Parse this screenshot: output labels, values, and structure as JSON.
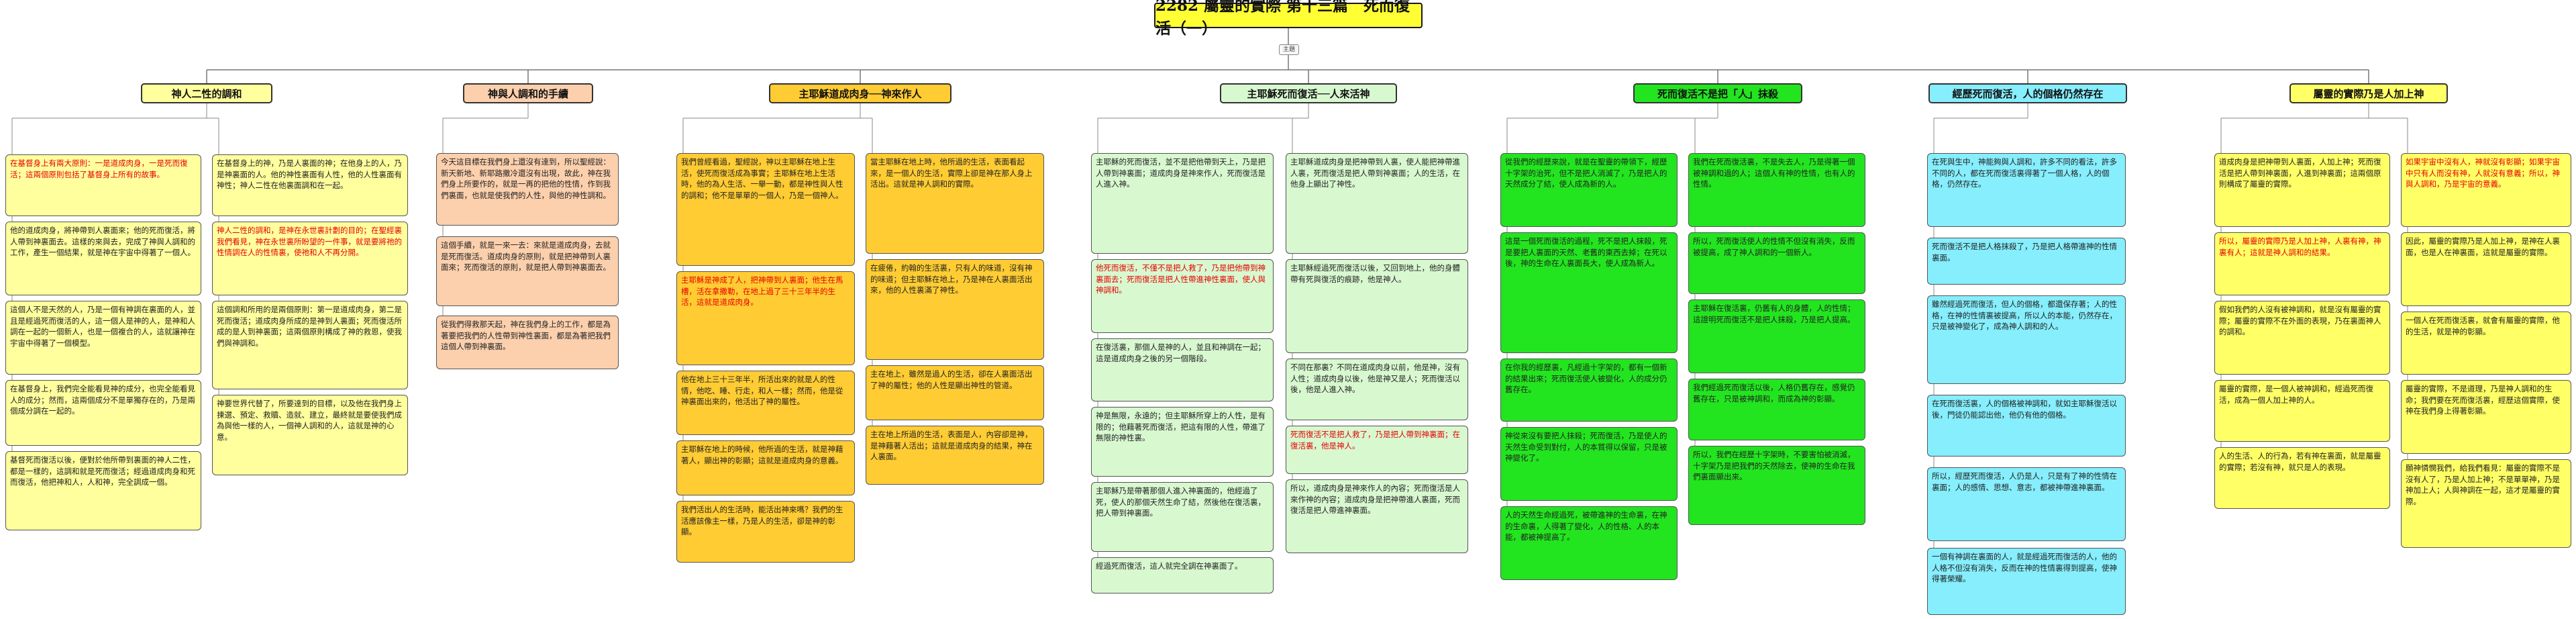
{
  "title": "2282 屬靈的實際 第十三篇　死而復活（一）",
  "hub_label": "主題",
  "columns": [
    {
      "id": "c1",
      "head": "神人二性的調和",
      "color": "#ffff9e",
      "boxes": [
        {
          "text": "在基督身上有兩大原則：一是道成肉身，一是死而復活；這兩個原則包括了基督身上所有的故事。"
        },
        {
          "text": "他的道成肉身，將神帶到人裏面來；他的死而復活，將人帶到神裏面去。這樣的來與去，完成了神與人調和的工作，產生一個結果，就是神在宇宙中得著了一個人。"
        },
        {
          "text": "這個人不是天然的人，乃是一個有神調在裏面的人，並且是經過死而復活的人，這一個人是神的人，是神和人調在一起的一個新人，也是一個複合的人，這就讓神在宇宙中得著了一個模型。"
        },
        {
          "text": "在基督身上，我們完全能看見神的成分，也完全能看見人的成分；然而，這兩個成分不是單獨存在的，乃是兩個成分調在一起的。"
        },
        {
          "text": "基督死而復活以後，便對於他所帶到裏面的神人二性，都是一樣的，這調和就是死而復活；經過道成肉身和死而復活，他把神和人，人和神，完全調成一個。"
        },
        {
          "text": "在基督身上的神，乃是人裏面的神；在他身上的人，乃是神裏面的人。他的神性裏面有人性，他的人性裏面有神性；神人二性在他裏面調和在一起。"
        },
        {
          "text": "神人二性的調和，是神在永世裏計劃的目的；在聖經裏我們看見，神在永世裏所盼望的一件事，就是要將祂的性情調在人的性情裏，使祂和人不再分開。"
        },
        {
          "text": "這個調和所用的是兩個原則：第一是道成肉身，第二是死而復活；道成肉身所成的是神到人裏面；死而復活所成的是人到神裏面；這兩個原則構成了神的救恩，使我們與神調和。"
        },
        {
          "text": "神要世界代替了，所要達到的目標，以及他在我們身上揀選、預定、救贖、造就、建立，最終就是要使我們成為與他一樣的人，一個神人調和的人，這就是神的心意。"
        }
      ]
    },
    {
      "id": "c2",
      "head": "神與人調和的手續",
      "color": "#fcd0ad",
      "boxes": [
        {
          "text": "今天這目標在我們身上還沒有達到，所以聖經說：新天新地、新耶路撒冷還沒有出現，故此，神在我們身上所要作的，就是一再的把他的性情，作到我們裏面，也就是使我們的人性，與他的神性調和。"
        },
        {
          "text": "這個手續，就是一來一去：來就是道成肉身，去就是死而復活。道成肉身的原則，就是把神帶到人裏面來；死而復活的原則，就是把人帶到神裏面去。"
        },
        {
          "text": "從我們得救那天起，神在我們身上的工作，都是為著要把我們的人性帶到神性裏面，都是為著把我們這個人帶到神裏面。"
        }
      ]
    },
    {
      "id": "c3",
      "head": "主耶穌道成肉身──神來作人",
      "color": "#ffcc33",
      "boxes": [
        {
          "text": "我們曾經看過，聖經說，神以主耶穌在地上生活，使死而復活成為事實；主耶穌在地上生活時，他的為人生活、一舉一動，都是神性與人性的調和；他不是單單的一個人，乃是一個神人。"
        },
        {
          "text": "主耶穌是神成了人，把神帶到人裏面；他生在馬槽，活在拿撒勒，在地上過了三十三年半的生活，這就是道成肉身。"
        },
        {
          "text": "他在地上三十三年半，所活出來的就是人的性情，他吃、睡、行走，和人一樣；然而，他是從神裏面出來的，他活出了神的屬性。"
        },
        {
          "text": "主耶穌在地上的時候，他所過的生活，就是神藉著人，顯出神的彰顯；這就是道成肉身的意義。"
        },
        {
          "text": "我們活出人的生活時，能活出神來嗎？我們的生活應該像主一樣，乃是人的生活，卻是神的彰顯。"
        },
        {
          "text": "當主耶穌在地上時，他所過的生活，表面看起來，是一個人的生活，實際上卻是神在那人身上活出。這就是神人調和的實際。"
        },
        {
          "text": "在疲倦，約翰的生活裏，只有人的味道，沒有神的味道；但主耶穌在地上，乃是神在人裏面活出來，他的人性裏滿了神性。"
        },
        {
          "text": "主在地上，雖然是過人的生活，卻在人裏面活出了神的屬性；他的人性是顯出神性的管道。"
        },
        {
          "text": "主在地上所過的生活，表面是人，內容卻是神，是神藉著人活出；這就是道成肉身的結果，神在人裏面。"
        }
      ]
    },
    {
      "id": "c4",
      "head": "主耶穌死而復活──人來活神",
      "color": "#d8f8d0",
      "boxes": [
        {
          "text": "主耶穌的死而復活，並不是把他帶到天上，乃是把人帶到神裏面；道成肉身是神來作人，死而復活是人進入神。"
        },
        {
          "text": "他死而復活，不僅不是把人救了，乃是把他帶到神裏面去；死而復活是把人性帶進神性裏面，使人與神調和。"
        },
        {
          "text": "在復活裏，那個人是神的人，並且和神調在一起；這是道成肉身之後的另一個階段。"
        },
        {
          "text": "神是無限，永遠的；但主耶穌所穿上的人性，是有限的；他藉著死而復活，把這有限的人性，帶進了無限的神性裏。"
        },
        {
          "text": "主耶穌乃是帶著那個人進入神裏面的，他經過了死，使人的那個天然生命了結，然後他在復活裏，把人帶到神裏面。"
        },
        {
          "text": "經過死而復活，這人就完全調在神裏面了。"
        },
        {
          "text": "主耶穌道成肉身是把神帶到人裏，使人能把神帶進人裏，死而復活是把人帶到神裏面；人的生活，在他身上顯出了神性。"
        },
        {
          "text": "主耶穌經過死而復活以後，又回到地上，他的身體帶有死與復活的痕跡，他是神人。"
        },
        {
          "text": "不同在那裏？不同在道成肉身以前，他是神，沒有人性；道成肉身以後，他是神又是人；死而復活以後，他是人進入神。"
        },
        {
          "text": "死而復活不是把人救了，乃是把人帶到神裏面；在復活裏，他是神人。"
        },
        {
          "text": "所以，道成肉身是神來作人的內容；死而復活是人來作神的內容；道成肉身是把神帶進人裏面，死而復活是把人帶進神裏面。"
        }
      ]
    },
    {
      "id": "c5",
      "head": "死而復活不是把「人」抹殺",
      "color": "#22e51f",
      "boxes": [
        {
          "text": "從我們的經歷來說，就是在聖靈的帶領下，經歷十字架的治死，但不是把人消滅了，乃是把人的天然成分了結，使人成為新的人。"
        },
        {
          "text": "這是一個死而復活的過程，死不是把人抹殺，死是要把人裏面的天然、老舊的東西去掉；在死以後，神的生命在人裏面長大，使人成為新人。"
        },
        {
          "text": "在你我的經歷裏，凡經過十字架的，都有一個新的結果出來；死而復活使人被變化，人的成分仍舊存在。"
        },
        {
          "text": "神從來沒有要把人抹殺；死而復活，乃是使人的天然生命受到對付，人的本質得以保留，只是被神變化了。"
        },
        {
          "text": "人的天然生命經過死，被帶進神的生命裏，在神的生命裏，人得著了變化，人的性格、人的本能，都被神提高了。"
        },
        {
          "text": "我們在死而復活裏，不是失去人，乃是得著一個被神調和過的人；這個人有神的性情，也有人的性情。"
        },
        {
          "text": "所以，死而復活使人的性情不但沒有消失，反而被提高，成了神人調和的一個新人。"
        },
        {
          "text": "主耶穌在復活裏，仍舊有人的身體，人的性情；這證明死而復活不是把人抹殺，乃是把人提高。"
        },
        {
          "text": "我們經過死而復活以後，人格仍舊存在，感覺仍舊存在，只是被神調和，而成為神的彰顯。"
        },
        {
          "text": "所以，我們在經歷十字架時，不要害怕被消滅，十字架乃是把我們的天然除去，使神的生命在我們裏面顯出來。"
        }
      ]
    },
    {
      "id": "c6",
      "head": "經歷死而復活，人的個格仍然存在",
      "color": "#86eefc",
      "boxes": [
        {
          "text": "在死與生中，神能夠與人調和，許多不同的看法，許多不同的人，都在死而復活裏得著了一個人格，人的個格，仍然存在。"
        },
        {
          "text": "死而復活不是把人格抹殺了，乃是把人格帶進神的性情裏面。"
        },
        {
          "text": "雖然經過死而復活，但人的個格，都還保存著；人的性格，在神的性情裏被提高，所以人的本能，仍然存在，只是被神變化了，成為神人調和的人。"
        },
        {
          "text": "在死而復活裏，人的個格被神調和，就如主耶穌復活以後，門徒仍能認出他，他仍有他的個格。"
        },
        {
          "text": "所以，經歷死而復活，人仍是人，只是有了神的性情在裏面；人的感情、思想、意志，都被神帶進神裏面。"
        },
        {
          "text": "一個有神調在裏面的人，就是經過死而復活的人，他的人格不但沒有消失，反而在神的性情裏得到提高，使神得著榮耀。"
        }
      ]
    },
    {
      "id": "c7",
      "head": "屬靈的實際乃是人加上神",
      "color": "#ffff66",
      "boxes": [
        {
          "text": "道成肉身是把神帶到人裏面，人加上神；死而復活是把人帶到神裏面，人進到神裏面；這兩個原則構成了屬靈的實際。"
        },
        {
          "text": "所以，屬靈的實際乃是人加上神，人裏有神，神裏有人；這就是神人調和的結果。"
        },
        {
          "text": "假如我們的人沒有被神調和，就是沒有屬靈的實際；屬靈的實際不在外面的表現，乃在裏面神人的調和。"
        },
        {
          "text": "屬靈的實際，是一個人被神調和，經過死而復活，成為一個人加上神的人。"
        },
        {
          "text": "人的生活、人的行為，若有神在裏面，就是屬靈的實際；若沒有神，就只是人的表現。"
        },
        {
          "text": "如果宇宙中沒有人，神就沒有彰顯；如果宇宙中只有人而沒有神，人就沒有意義；所以，神與人調和，乃是宇宙的意義。"
        },
        {
          "text": "因此，屬靈的實際乃是人加上神，是神在人裏面，也是人在神裏面，這就是屬靈的實際。"
        },
        {
          "text": "一個人在死而復活裏，就會有屬靈的實際，他的生活，就是神的彰顯。"
        },
        {
          "text": "屬靈的實際，不是道理，乃是神人調和的生命；我們要在死而復活裏，經歷這個實際，使神在我們身上得著彰顯。"
        },
        {
          "text": "願神憐憫我們，給我們看見：屬靈的實際不是沒有人了，乃是人加上神；不是單單神，乃是神加上人；人與神調在一起，這才是屬靈的實際。"
        }
      ]
    }
  ]
}
